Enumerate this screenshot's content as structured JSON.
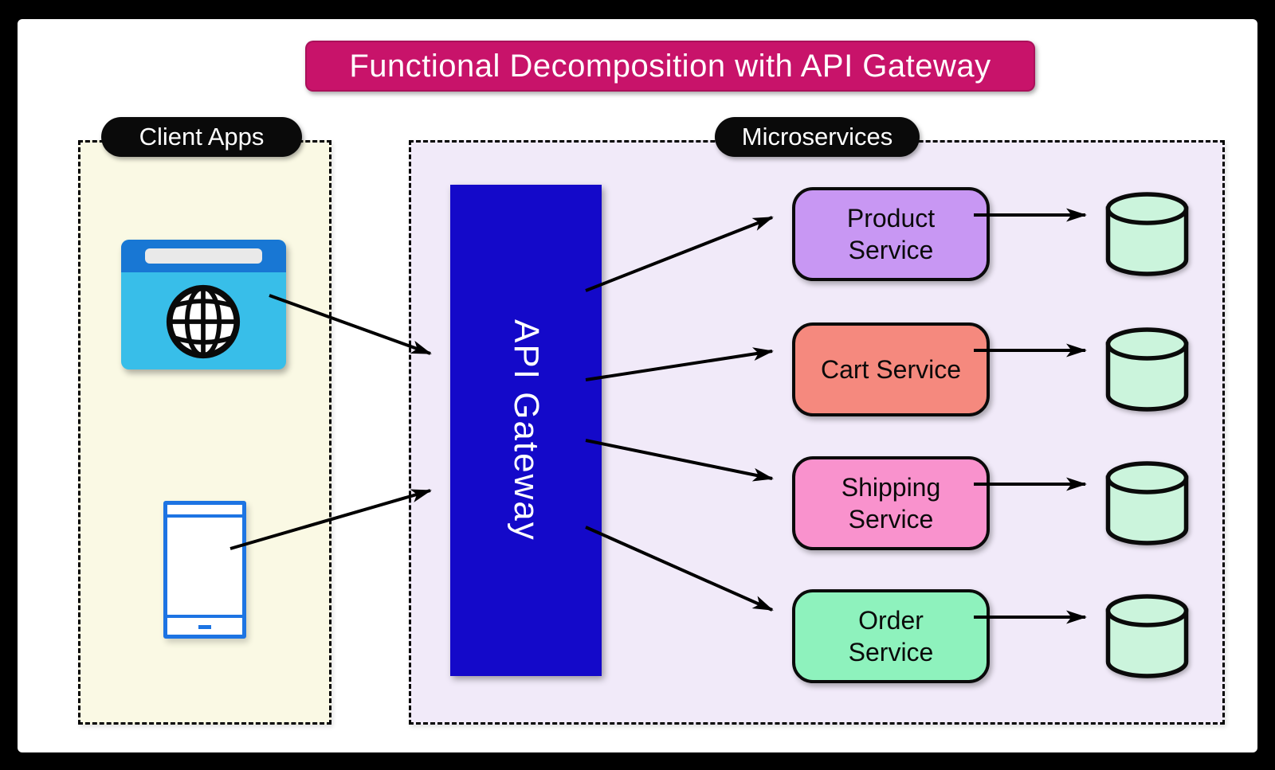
{
  "title": "Functional Decomposition with API Gateway",
  "groups": {
    "client_apps": {
      "label": "Client Apps",
      "background": "#faf9e4"
    },
    "microservices": {
      "label": "Microservices",
      "background": "#f1eaf9"
    }
  },
  "clients": [
    {
      "id": "web-browser",
      "kind": "browser-icon"
    },
    {
      "id": "mobile-app",
      "kind": "smartphone-icon"
    }
  ],
  "gateway": {
    "label": "API Gateway",
    "background": "#1409c9",
    "text_color": "#ffffff"
  },
  "services": [
    {
      "id": "product-service",
      "label": "Product Service",
      "color": "#c897f3"
    },
    {
      "id": "cart-service",
      "label": "Cart Service",
      "color": "#f5897e"
    },
    {
      "id": "shipping-service",
      "label": "Shipping Service",
      "color": "#f992cd"
    },
    {
      "id": "order-service",
      "label": "Order Service",
      "color": "#8ef2bd"
    }
  ],
  "databases": [
    {
      "id": "product-database",
      "color": "#cbf4dc"
    },
    {
      "id": "cart-database",
      "color": "#cbf4dc"
    },
    {
      "id": "shipping-database",
      "color": "#cbf4dc"
    },
    {
      "id": "order-database",
      "color": "#cbf4dc"
    }
  ],
  "edges": [
    {
      "from": "web-browser",
      "to": "api-gateway"
    },
    {
      "from": "mobile-app",
      "to": "api-gateway"
    },
    {
      "from": "api-gateway",
      "to": "product-service"
    },
    {
      "from": "api-gateway",
      "to": "cart-service"
    },
    {
      "from": "api-gateway",
      "to": "shipping-service"
    },
    {
      "from": "api-gateway",
      "to": "order-service"
    },
    {
      "from": "product-service",
      "to": "product-database"
    },
    {
      "from": "cart-service",
      "to": "cart-database"
    },
    {
      "from": "shipping-service",
      "to": "shipping-database"
    },
    {
      "from": "order-service",
      "to": "order-database"
    }
  ],
  "colors": {
    "title_background": "#c8136a",
    "pill_background": "#0a0a0a",
    "arrow": "#000000",
    "frame_background": "#ffffff",
    "outer_border": "#000000",
    "browser_topbar": "#1877d4",
    "browser_body": "#38bee9",
    "browser_addressbar": "#e9e9e9",
    "phone_outline": "#1d74e3"
  }
}
